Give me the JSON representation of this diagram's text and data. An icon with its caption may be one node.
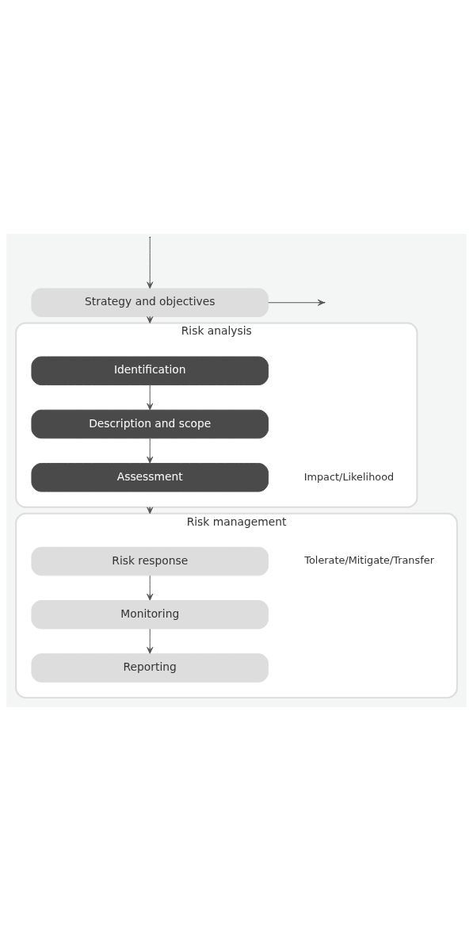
{
  "diagram": {
    "nodes": [
      {
        "text": [
          "Strategy and objectives"
        ]
      },
      {
        "text": [
          "Risk analysis"
        ]
      },
      {
        "text": [
          "Identification"
        ],
        "in": 1
      },
      {
        "text": [
          "Description and scope"
        ],
        "in": 1
      },
      {
        "text": [
          "Assessment"
        ],
        "in": 1,
        "beside": [
          "Impact/Likelihood"
        ]
      },
      {
        "text": [
          "Risk management"
        ]
      },
      {
        "text": [
          "Risk response"
        ],
        "in": 5,
        "beside": [
          "Tolerate/Mitigate/Transfer"
        ]
      },
      {
        "text": [
          "Monitoring"
        ],
        "in": 5
      },
      {
        "text": [
          "Reporting"
        ],
        "in": 5
      }
    ],
    "edges": [
      {
        "from": 0,
        "to": 1,
        "arrow": "to"
      },
      {
        "from": 2,
        "to": 3,
        "arrow": "to"
      },
      {
        "from": 3,
        "to": 4,
        "arrow": "to"
      },
      {
        "from": 1,
        "to": 5,
        "arrow": "to"
      },
      {
        "from": 6,
        "to": 7,
        "arrow": "to"
      },
      {
        "from": 7,
        "to": 8,
        "arrow": "to"
      },
      {
        "from": 0,
        "to": null,
        "arrow": "to"
      },
      {
        "from": null,
        "to": 0,
        "arrow": "to"
      }
    ]
  }
}
